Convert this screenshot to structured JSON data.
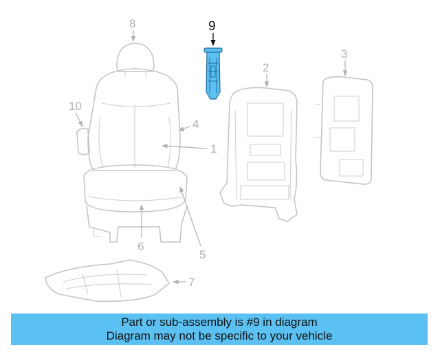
{
  "diagram": {
    "callouts": {
      "c1": "1",
      "c2": "2",
      "c3": "3",
      "c4": "4",
      "c5": "5",
      "c6": "6",
      "c7": "7",
      "c8": "8",
      "c9": "9",
      "c10": "10"
    },
    "highlight_color": "#5bc0f2",
    "highlighted_part": "9"
  },
  "banner": {
    "line1": "Part or sub-assembly is #9 in diagram",
    "line2": "Diagram may not be specific to your vehicle",
    "color": "#5bc0f2"
  }
}
